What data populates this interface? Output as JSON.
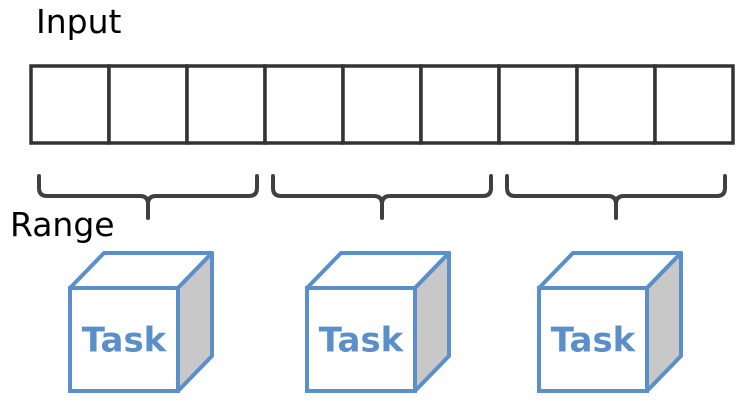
{
  "labels": {
    "input": "Input",
    "range": "Range"
  },
  "input_cells": 9,
  "ranges": [
    {
      "cells": 3
    },
    {
      "cells": 3
    },
    {
      "cells": 3
    }
  ],
  "tasks": [
    {
      "label": "Task"
    },
    {
      "label": "Task"
    },
    {
      "label": "Task"
    }
  ],
  "colors": {
    "cell_stroke": "#333333",
    "brace_stroke": "#404040",
    "task_stroke": "#5b8fc9",
    "task_front": "#ffffff",
    "task_top": "#ffffff",
    "task_side": "#c8c8c8",
    "task_text": "#5b8fc9"
  }
}
